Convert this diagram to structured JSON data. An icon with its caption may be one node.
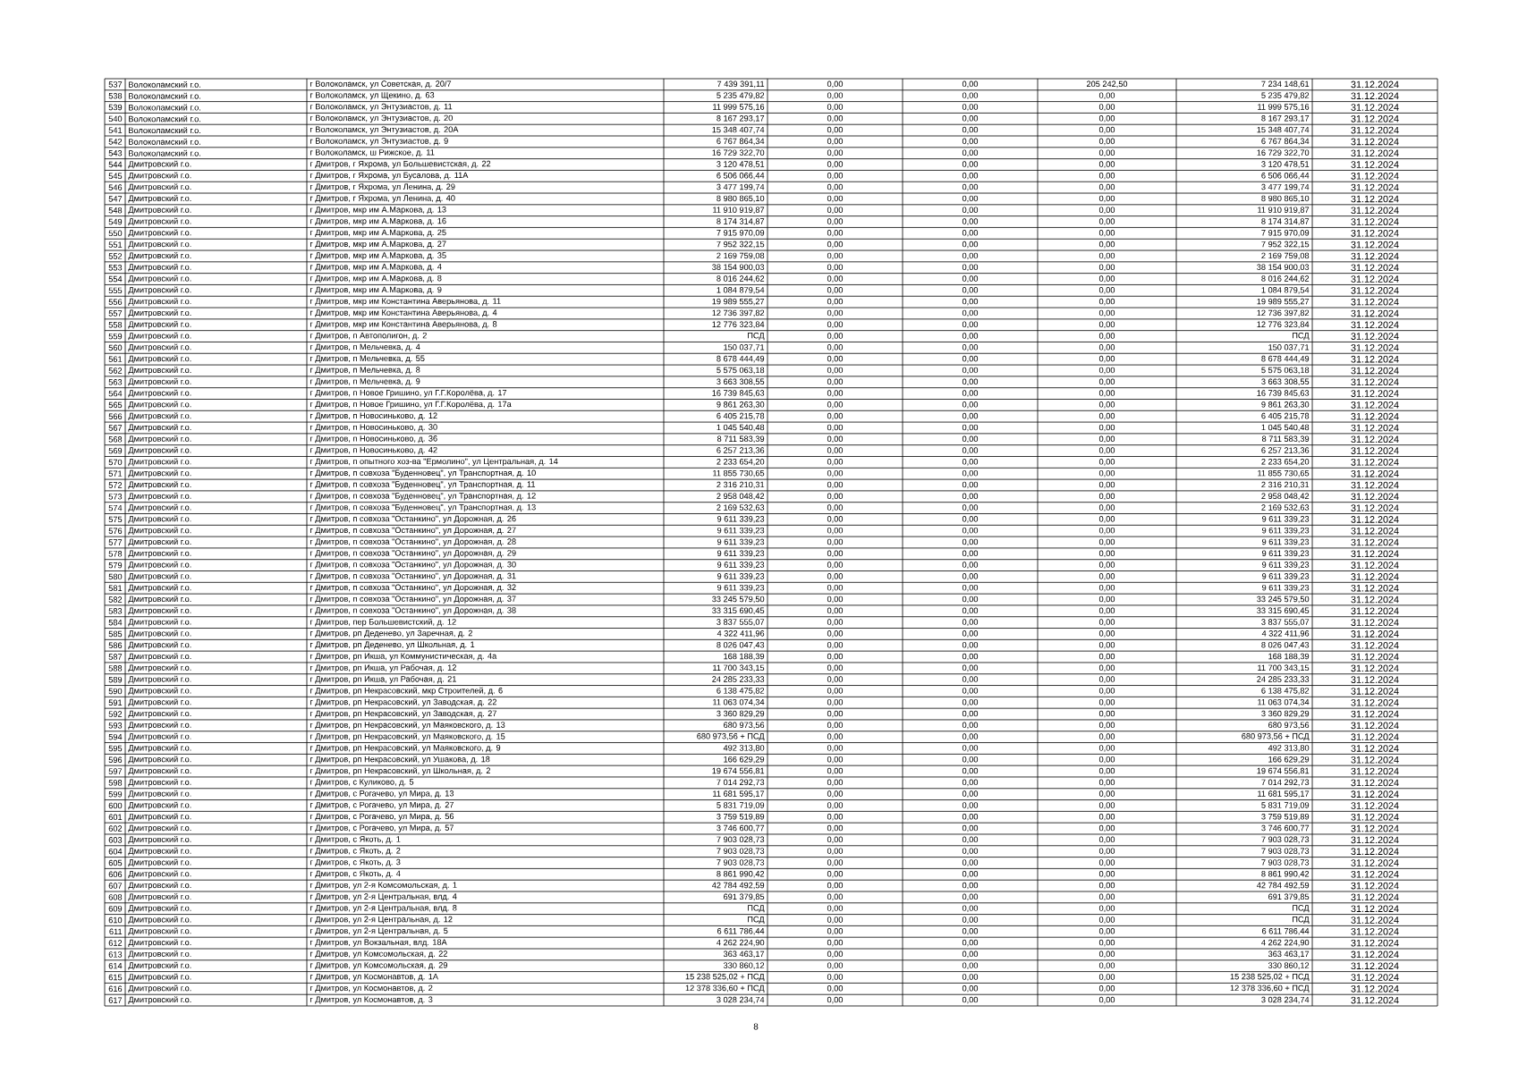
{
  "diagram": {
    "labels": [
      "537",
      "Волоколамский г.о.",
      "г Волоколамск, ул Советская, д. 20/7",
      "7 439 391,11",
      "0,00",
      "0,00",
      "205 242,50",
      "7 234 148,61",
      "31.12.2024",
      "538",
      "Волоколамский г.о.",
      "г Волоколамск, ул Щекино, д. 63",
      "5 235 479,82",
      "0,00",
      "0,00",
      "0,00",
      "5 235 479,82",
      "31.12.2024",
      "539",
      "Волоколамский г.о.",
      "г Волоколамск, ул Энтузиастов, д. 11",
      "11 999 575,16",
      "0,00",
      "0,00",
      "0,00",
      "11 999 575,16",
      "31.12.2024",
      "540",
      "Волоколамский г.о.",
      "г Волоколамск, ул Энтузиастов, д. 20",
      "8 167 293,17",
      "0,00",
      "0,00",
      "0,00",
      "8 167 293,17",
      "31.12.2024",
      "541",
      "Волоколамский г.о.",
      "г Волоколамск, ул Энтузиастов, д. 20А",
      "15 348 407,74",
      "0,00",
      "0,00",
      "0,00",
      "15 348 407,74",
      "31.12.2024",
      "542",
      "Волоколамский г.о.",
      "г Волоколамск, ул Энтузиастов, д. 9",
      "6 767 864,34",
      "0,00",
      "0,00",
      "0,00",
      "6 767 864,34",
      "31.12.2024",
      "543",
      "Волоколамский г.о.",
      "г Волоколамск, ш Рижское, д. 11",
      "16 729 322,70",
      "0,00",
      "0,00",
      "0,00",
      "16 729 322,70",
      "31.12.2024",
      "544",
      "Дмитровский г.о.",
      "г Дмитров, г Яхрома, ул Большевистская, д. 22",
      "3 120 478,51",
      "0,00",
      "0,00",
      "0,00",
      "3 120 478,51",
      "31.12.2024",
      "545",
      "Дмитровский г.о.",
      "г Дмитров, г Яхрома, ул Бусалова, д. 11А",
      "6 506 066,44",
      "0,00",
      "0,00",
      "0,00",
      "6 506 066,44",
      "31.12.2024",
      "546",
      "Дмитровский г.о.",
      "г Дмитров, г Яхрома, ул Ленина, д. 29",
      "3 477 199,74",
      "0,00",
      "0,00",
      "0,00",
      "3 477 199,74",
      "31.12.2024",
      "547",
      "Дмитровский г.о.",
      "г Дмитров, г Яхрома, ул Ленина, д. 40",
      "8 980 865,10",
      "0,00",
      "0,00",
      "0,00",
      "8 980 865,10",
      "31.12.2024",
      "548",
      "Дмитровский г.о.",
      "г Дмитров, мкр им А.Маркова, д. 13",
      "11 910 919,87",
      "0,00",
      "0,00",
      "0,00",
      "11 910 919,87",
      "31.12.2024",
      "549",
      "Дмитровский г.о.",
      "г Дмитров, мкр им А.Маркова, д. 16",
      "8 174 314,87",
      "0,00",
      "0,00",
      "0,00",
      "8 174 314,87",
      "31.12.2024",
      "550",
      "Дмитровский г.о.",
      "г Дмитров, мкр им А.Маркова, д. 25",
      "7 915 970,09",
      "0,00",
      "0,00",
      "0,00",
      "7 915 970,09",
      "31.12.2024",
      "551",
      "Дмитровский г.о.",
      "г Дмитров, мкр им А.Маркова, д. 27",
      "7 952 322,15",
      "0,00",
      "0,00",
      "0,00",
      "7 952 322,15",
      "31.12.2024",
      "552",
      "Дмитровский г.о.",
      "г Дмитров, мкр им А.Маркова, д. 35",
      "2 169 759,08",
      "0,00",
      "0,00",
      "0,00",
      "2 169 759,08",
      "31.12.2024",
      "553",
      "Дмитровский г.о.",
      "г Дмитров, мкр им А.Маркова, д. 4",
      "38 154 900,03",
      "0,00",
      "0,00",
      "0,00",
      "38 154 900,03",
      "31.12.2024",
      "554",
      "Дмитровский г.о.",
      "г Дмитров, мкр им А.Маркова, д. 8",
      "8 016 244,62",
      "0,00",
      "0,00",
      "0,00",
      "8 016 244,62",
      "31.12.2024",
      "555",
      "Дмитровский г.о.",
      "г Дмитров, мкр им А.Маркова, д. 9",
      "1 084 879,54",
      "0,00",
      "0,00",
      "0,00",
      "1 084 879,54",
      "31.12.2024",
      "556",
      "Дмитровский г.о.",
      "г Дмитров, мкр им Константина Аверьянова, д. 11",
      "19 989 555,27",
      "0,00",
      "0,00",
      "0,00",
      "19 989 555,27",
      "31.12.2024",
      "557",
      "Дмитровский г.о.",
      "г Дмитров, мкр им Константина Аверьянова, д. 4",
      "12 736 397,82",
      "0,00",
      "0,00",
      "0,00",
      "12 736 397,82",
      "31.12.2024",
      "558",
      "Дмитровский г.о.",
      "г Дмитров, мкр им Константина Аверьянова, д. 8",
      "12 776 323,84",
      "0,00",
      "0,00",
      "0,00",
      "12 776 323,84",
      "31.12.2024",
      "559",
      "Дмитровский г.о.",
      "г Дмитров, п Автополигон, д. 2",
      "ПСД",
      "0,00",
      "0,00",
      "0,00",
      "ПСД",
      "31.12.2024",
      "560",
      "Дмитровский г.о.",
      "г Дмитров, п Мельчевка, д. 4",
      "150 037,71",
      "0,00",
      "0,00",
      "0,00",
      "150 037,71",
      "31.12.2024",
      "561",
      "Дмитровский г.о.",
      "г Дмитров, п Мельчевка, д. 55",
      "8 678 444,49",
      "0,00",
      "0,00",
      "0,00",
      "8 678 444,49",
      "31.12.2024",
      "562",
      "Дмитровский г.о.",
      "г Дмитров, п Мельчевка, д. 8",
      "5 575 063,18",
      "0,00",
      "0,00",
      "0,00",
      "5 575 063,18",
      "31.12.2024",
      "563",
      "Дмитровский г.о.",
      "г Дмитров, п Мельчевка, д. 9",
      "3 663 308,55",
      "0,00",
      "0,00",
      "0,00",
      "3 663 308,55",
      "31.12.2024",
      "564",
      "Дмитровский г.о.",
      "г Дмитров, п Новое Гришино, ул Г.Г.Королёва, д. 17",
      "16 739 845,63",
      "0,00",
      "0,00",
      "0,00",
      "16 739 845,63",
      "31.12.2024",
      "565",
      "Дмитровский г.о.",
      "г Дмитров, п Новое Гришино, ул Г.Г.Королёва, д. 17а",
      "9 861 263,30",
      "0,00",
      "0,00",
      "0,00",
      "9 861 263,30",
      "31.12.2024",
      "566",
      "Дмитровский г.о.",
      "г Дмитров, п Новосиньково, д. 12",
      "6 405 215,78",
      "0,00",
      "0,00",
      "0,00",
      "6 405 215,78",
      "31.12.2024",
      "567",
      "Дмитровский г.о.",
      "г Дмитров, п Новосиньково, д. 30",
      "1 045 540,48",
      "0,00",
      "0,00",
      "0,00",
      "1 045 540,48",
      "31.12.2024",
      "568",
      "Дмитровский г.о.",
      "г Дмитров, п Новосиньково, д. 36",
      "8 711 583,39",
      "0,00",
      "0,00",
      "0,00",
      "8 711 583,39",
      "31.12.2024",
      "569",
      "Дмитровский г.о.",
      "г Дмитров, п Новосиньково, д. 42",
      "6 257 213,36",
      "0,00",
      "0,00",
      "0,00",
      "6 257 213,36",
      "31.12.2024",
      "570",
      "Дмитровский г.о.",
      "г Дмитров, п опытного хоз-ва \"Ермолино\", ул Центральная, д. 14",
      "2 233 654,20",
      "0,00",
      "0,00",
      "0,00",
      "2 233 654,20",
      "31.12.2024",
      "571",
      "Дмитровский г.о.",
      "г Дмитров, п совхоза \"Буденновец\", ул Транспортная, д. 10",
      "11 855 730,65",
      "0,00",
      "0,00",
      "0,00",
      "11 855 730,65",
      "31.12.2024",
      "572",
      "Дмитровский г.о.",
      "г Дмитров, п совхоза \"Буденновец\", ул Транспортная, д. 11",
      "2 316 210,31",
      "0,00",
      "0,00",
      "0,00",
      "2 316 210,31",
      "31.12.2024",
      "573",
      "Дмитровский г.о.",
      "г Дмитров, п совхоза \"Буденновец\", ул Транспортная, д. 12",
      "2 958 048,42",
      "0,00",
      "0,00",
      "0,00",
      "2 958 048,42",
      "31.12.2024",
      "574",
      "Дмитровский г.о.",
      "г Дмитров, п совхоза \"Буденновец\", ул Транспортная, д. 13",
      "2 169 532,63",
      "0,00",
      "0,00",
      "0,00",
      "2 169 532,63",
      "31.12.2024",
      "575",
      "Дмитровский г.о.",
      "г Дмитров, п совхоза \"Останкино\", ул Дорожная, д. 26",
      "9 611 339,23",
      "0,00",
      "0,00",
      "0,00",
      "9 611 339,23",
      "31.12.2024",
      "576",
      "Дмитровский г.о.",
      "г Дмитров, п совхоза \"Останкино\", ул Дорожная, д. 27",
      "9 611 339,23",
      "0,00",
      "0,00",
      "0,00",
      "9 611 339,23",
      "31.12.2024",
      "577",
      "Дмитровский г.о.",
      "г Дмитров, п совхоза \"Останкино\", ул Дорожная, д. 28",
      "9 611 339,23",
      "0,00",
      "0,00",
      "0,00",
      "9 611 339,23",
      "31.12.2024",
      "578",
      "Дмитровский г.о.",
      "г Дмитров, п совхоза \"Останкино\", ул Дорожная, д. 29",
      "9 611 339,23",
      "0,00",
      "0,00",
      "0,00",
      "9 611 339,23",
      "31.12.2024",
      "579",
      "Дмитровский г.о.",
      "г Дмитров, п совхоза \"Останкино\", ул Дорожная, д. 30",
      "9 611 339,23",
      "0,00",
      "0,00",
      "0,00",
      "9 611 339,23",
      "31.12.2024",
      "580",
      "Дмитровский г.о.",
      "г Дмитров, п совхоза \"Останкино\", ул Дорожная, д. 31",
      "9 611 339,23",
      "0,00",
      "0,00",
      "0,00",
      "9 611 339,23",
      "31.12.2024",
      "581",
      "Дмитровский г.о.",
      "г Дмитров, п совхоза \"Останкино\", ул Дорожная, д. 32",
      "9 611 339,23",
      "0,00",
      "0,00",
      "0,00",
      "9 611 339,23",
      "31.12.2024",
      "582",
      "Дмитровский г.о.",
      "г Дмитров, п совхоза \"Останкино\", ул Дорожная, д. 37",
      "33 245 579,50",
      "0,00",
      "0,00",
      "0,00",
      "33 245 579,50",
      "31.12.2024",
      "583",
      "Дмитровский г.о.",
      "г Дмитров, п совхоза \"Останкино\", ул Дорожная, д. 38",
      "33 315 690,45",
      "0,00",
      "0,00",
      "0,00",
      "33 315 690,45",
      "31.12.2024",
      "584",
      "Дмитровский г.о.",
      "г Дмитров, пер Большевистский, д. 12",
      "3 837 555,07",
      "0,00",
      "0,00",
      "0,00",
      "3 837 555,07",
      "31.12.2024",
      "585",
      "Дмитровский г.о.",
      "г Дмитров, рп Деденево, ул Заречная, д. 2",
      "4 322 411,96",
      "0,00",
      "0,00",
      "0,00",
      "4 322 411,96",
      "31.12.2024",
      "586",
      "Дмитровский г.о.",
      "г Дмитров, рп Деденево, ул Школьная, д. 1",
      "8 026 047,43",
      "0,00",
      "0,00",
      "0,00",
      "8 026 047,43",
      "31.12.2024",
      "587",
      "Дмитровский г.о.",
      "г Дмитров, рп Икша, ул Коммунистическая, д. 4а",
      "168 188,39",
      "0,00",
      "0,00",
      "0,00",
      "168 188,39",
      "31.12.2024",
      "588",
      "Дмитровский г.о.",
      "г Дмитров, рп Икша, ул Рабочая, д. 12",
      "11 700 343,15",
      "0,00",
      "0,00",
      "0,00",
      "11 700 343,15",
      "31.12.2024",
      "589",
      "Дмитровский г.о.",
      "г Дмитров, рп Икша, ул Рабочая, д. 21",
      "24 285 233,33",
      "0,00",
      "0,00",
      "0,00",
      "24 285 233,33",
      "31.12.2024",
      "590",
      "Дмитровский г.о.",
      "г Дмитров, рп Некрасовский, мкр Строителей, д. 6",
      "6 138 475,82",
      "0,00",
      "0,00",
      "0,00",
      "6 138 475,82",
      "31.12.2024",
      "591",
      "Дмитровский г.о.",
      "г Дмитров, рп Некрасовский, ул Заводская, д. 22",
      "11 063 074,34",
      "0,00",
      "0,00",
      "0,00",
      "11 063 074,34",
      "31.12.2024",
      "592",
      "Дмитровский г.о.",
      "г Дмитров, рп Некрасовский, ул Заводская, д. 27",
      "3 360 829,29",
      "0,00",
      "0,00",
      "0,00",
      "3 360 829,29",
      "31.12.2024",
      "593",
      "Дмитровский г.о.",
      "г Дмитров, рп Некрасовский, ул Маяковского, д. 13",
      "680 973,56",
      "0,00",
      "0,00",
      "0,00",
      "680 973,56",
      "31.12.2024",
      "594",
      "Дмитровский г.о.",
      "г Дмитров, рп Некрасовский, ул Маяковского, д. 15",
      "680 973,56 + ПСД",
      "0,00",
      "0,00",
      "0,00",
      "680 973,56 + ПСД",
      "31.12.2024",
      "595",
      "Дмитровский г.о.",
      "г Дмитров, рп Некрасовский, ул Маяковского, д. 9",
      "492 313,80",
      "0,00",
      "0,00",
      "0,00",
      "492 313,80",
      "31.12.2024",
      "596",
      "Дмитровский г.о.",
      "г Дмитров, рп Некрасовский, ул Ушакова, д. 18",
      "166 629,29",
      "0,00",
      "0,00",
      "0,00",
      "166 629,29",
      "31.12.2024",
      "597",
      "Дмитровский г.о.",
      "г Дмитров, рп Некрасовский, ул Школьная, д. 2",
      "19 674 556,81",
      "0,00",
      "0,00",
      "0,00",
      "19 674 556,81",
      "31.12.2024",
      "598",
      "Дмитровский г.о.",
      "г Дмитров, с Куликово, д. 5",
      "7 014 292,73",
      "0,00",
      "0,00",
      "0,00",
      "7 014 292,73",
      "31.12.2024",
      "599",
      "Дмитровский г.о.",
      "г Дмитров, с Рогачево, ул Мира, д. 13",
      "11 681 595,17",
      "0,00",
      "0,00",
      "0,00",
      "11 681 595,17",
      "31.12.2024",
      "600",
      "Дмитровский г.о.",
      "г Дмитров, с Рогачево, ул Мира, д. 27",
      "5 831 719,09",
      "0,00",
      "0,00",
      "0,00",
      "5 831 719,09",
      "31.12.2024",
      "601",
      "Дмитровский г.о.",
      "г Дмитров, с Рогачево, ул Мира, д. 56",
      "3 759 519,89",
      "0,00",
      "0,00",
      "0,00",
      "3 759 519,89",
      "31.12.2024",
      "602",
      "Дмитровский г.о.",
      "г Дмитров, с Рогачево, ул Мира, д. 57",
      "3 746 600,77",
      "0,00",
      "0,00",
      "0,00",
      "3 746 600,77",
      "31.12.2024",
      "603",
      "Дмитровский г.о.",
      "г Дмитров, с Якоть, д. 1",
      "7 903 028,73",
      "0,00",
      "0,00",
      "0,00",
      "7 903 028,73",
      "31.12.2024",
      "604",
      "Дмитровский г.о.",
      "г Дмитров, с Якоть, д. 2",
      "7 903 028,73",
      "0,00",
      "0,00",
      "0,00",
      "7 903 028,73",
      "31.12.2024",
      "605",
      "Дмитровский г.о.",
      "г Дмитров, с Якоть, д. 3",
      "7 903 028,73",
      "0,00",
      "0,00",
      "0,00",
      "7 903 028,73",
      "31.12.2024",
      "606",
      "Дмитровский г.о.",
      "г Дмитров, с Якоть, д. 4",
      "8 861 990,42",
      "0,00",
      "0,00",
      "0,00",
      "8 861 990,42",
      "31.12.2024",
      "607",
      "Дмитровский г.о.",
      "г Дмитров, ул 2-я Комсомольская, д. 1",
      "42 784 492,59",
      "0,00",
      "0,00",
      "0,00",
      "42 784 492,59",
      "31.12.2024",
      "608",
      "Дмитровский г.о.",
      "г Дмитров, ул 2-я Центральная, влд. 4",
      "691 379,85",
      "0,00",
      "0,00",
      "0,00",
      "691 379,85",
      "31.12.2024",
      "609",
      "Дмитровский г.о.",
      "г Дмитров, ул 2-я Центральная, влд. 8",
      "ПСД",
      "0,00",
      "0,00",
      "0,00",
      "ПСД",
      "31.12.2024",
      "610",
      "Дмитровский г.о.",
      "г Дмитров, ул 2-я Центральная, д. 12",
      "ПСД",
      "0,00",
      "0,00",
      "0,00",
      "ПСД",
      "31.12.2024",
      "611",
      "Дмитровский г.о.",
      "г Дмитров, ул 2-я Центральная, д. 5",
      "6 611 786,44",
      "0,00",
      "0,00",
      "0,00",
      "6 611 786,44",
      "31.12.2024",
      "612",
      "Дмитровский г.о.",
      "г Дмитров, ул Вокзальная, влд. 18А",
      "4 262 224,90",
      "0,00",
      "0,00",
      "0,00",
      "4 262 224,90",
      "31.12.2024",
      "613",
      "Дмитровский г.о.",
      "г Дмитров, ул Комсомольская, д. 22",
      "363 463,17",
      "0,00",
      "0,00",
      "0,00",
      "363 463,17",
      "31.12.2024",
      "614",
      "Дмитровский г.о.",
      "г Дмитров, ул Комсомольская, д. 29",
      "330 860,12",
      "0,00",
      "0,00",
      "0,00",
      "330 860,12",
      "31.12.2024",
      "615",
      "Дмитровский г.о.",
      "г Дмитров, ул Космонавтов, д. 1А",
      "15 238 525,02 + ПСД",
      "0,00",
      "0,00",
      "0,00",
      "15 238 525,02 + ПСД",
      "31.12.2024",
      "616",
      "Дмитровский г.о.",
      "г Дмитров, ул Космонавтов, д. 2",
      "12 378 336,60 + ПСД",
      "0,00",
      "0,00",
      "0,00",
      "12 378 336,60 + ПСД",
      "31.12.2024",
      "617",
      "Дмитровский г.о.",
      "г Дмитров, ул Космонавтов, д. 3",
      "3 028 234,74",
      "0,00",
      "0,00",
      "0,00",
      "3 028 234,74",
      "31.12.2024",
      "8"
    ]
  }
}
